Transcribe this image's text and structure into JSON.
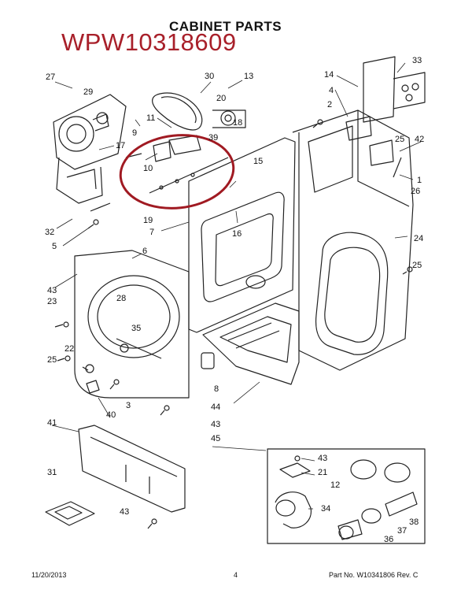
{
  "header": {
    "title": "CABINET PARTS",
    "part_stamp": "WPW10318609",
    "stamp_color": "#a8202a"
  },
  "footer": {
    "date": "11/20/2013",
    "page": "4",
    "part_no": "Part No.  W10341806   Rev. C"
  },
  "callouts": [
    "27",
    "29",
    "9",
    "17",
    "10",
    "32",
    "5",
    "43",
    "23",
    "25",
    "22",
    "40",
    "41",
    "31",
    "30",
    "13",
    "11",
    "20",
    "18",
    "39",
    "19",
    "7",
    "6",
    "28",
    "35",
    "3",
    "8",
    "44",
    "43",
    "45",
    "15",
    "16",
    "14",
    "33",
    "4",
    "2",
    "25",
    "42",
    "1",
    "26",
    "24",
    "25",
    "43",
    "21",
    "12",
    "34",
    "38",
    "37",
    "36",
    "43"
  ],
  "highlight_color": "#a01a22"
}
